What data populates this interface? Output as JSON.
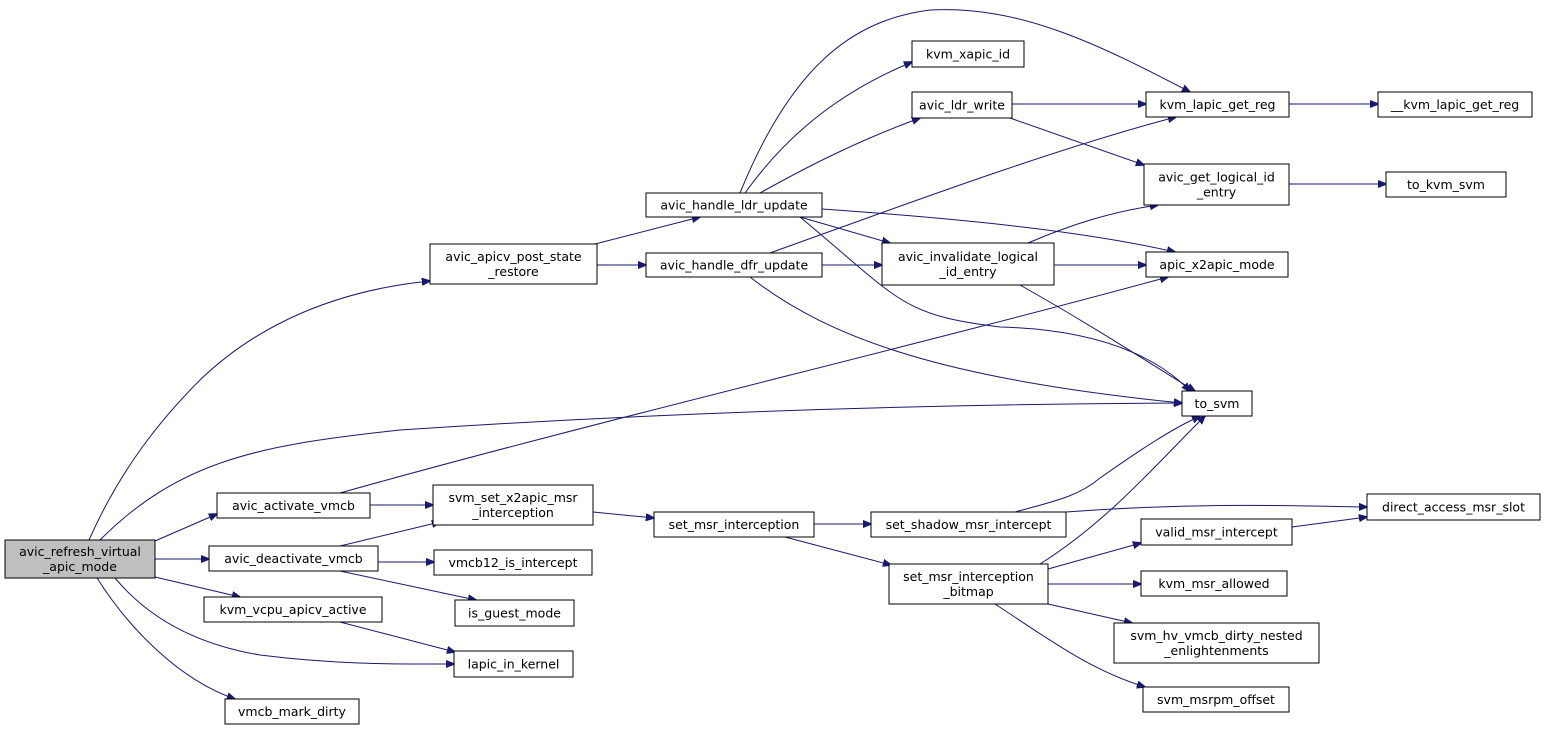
{
  "graph": {
    "title": "Call graph",
    "nodes": [
      {
        "id": "root",
        "lines": [
          "avic_refresh_virtual",
          "_apic_mode"
        ],
        "highlight": true
      },
      {
        "id": "post_restore",
        "lines": [
          "avic_apicv_post_state",
          "_restore"
        ]
      },
      {
        "id": "ldr_update",
        "lines": [
          "avic_handle_ldr_update"
        ]
      },
      {
        "id": "dfr_update",
        "lines": [
          "avic_handle_dfr_update"
        ]
      },
      {
        "id": "xapic_id",
        "lines": [
          "kvm_xapic_id"
        ]
      },
      {
        "id": "ldr_write",
        "lines": [
          "avic_ldr_write"
        ]
      },
      {
        "id": "invalidate",
        "lines": [
          "avic_invalidate_logical",
          "_id_entry"
        ]
      },
      {
        "id": "get_reg",
        "lines": [
          "kvm_lapic_get_reg"
        ]
      },
      {
        "id": "get_reg2",
        "lines": [
          "__kvm_lapic_get_reg"
        ]
      },
      {
        "id": "logical_id",
        "lines": [
          "avic_get_logical_id",
          "_entry"
        ]
      },
      {
        "id": "kvm_svm",
        "lines": [
          "to_kvm_svm"
        ]
      },
      {
        "id": "x2apic_mode",
        "lines": [
          "apic_x2apic_mode"
        ]
      },
      {
        "id": "to_svm",
        "lines": [
          "to_svm"
        ]
      },
      {
        "id": "activate",
        "lines": [
          "avic_activate_vmcb"
        ]
      },
      {
        "id": "deactivate",
        "lines": [
          "avic_deactivate_vmcb"
        ]
      },
      {
        "id": "apicv_active",
        "lines": [
          "kvm_vcpu_apicv_active"
        ]
      },
      {
        "id": "mark_dirty",
        "lines": [
          "vmcb_mark_dirty"
        ]
      },
      {
        "id": "x2apic_msr",
        "lines": [
          "svm_set_x2apic_msr",
          "_interception"
        ]
      },
      {
        "id": "vmcb12",
        "lines": [
          "vmcb12_is_intercept"
        ]
      },
      {
        "id": "guest_mode",
        "lines": [
          "is_guest_mode"
        ]
      },
      {
        "id": "lapic_in_kernel",
        "lines": [
          "lapic_in_kernel"
        ]
      },
      {
        "id": "set_msr",
        "lines": [
          "set_msr_interception"
        ]
      },
      {
        "id": "shadow",
        "lines": [
          "set_shadow_msr_intercept"
        ]
      },
      {
        "id": "bitmap",
        "lines": [
          "set_msr_interception",
          "_bitmap"
        ]
      },
      {
        "id": "direct_slot",
        "lines": [
          "direct_access_msr_slot"
        ]
      },
      {
        "id": "valid_msr",
        "lines": [
          "valid_msr_intercept"
        ]
      },
      {
        "id": "msr_allowed",
        "lines": [
          "kvm_msr_allowed"
        ]
      },
      {
        "id": "hv_dirty",
        "lines": [
          "svm_hv_vmcb_dirty_nested",
          "_enlightenments"
        ]
      },
      {
        "id": "msrpm",
        "lines": [
          "svm_msrpm_offset"
        ]
      }
    ],
    "edges": [
      {
        "from": "root",
        "to": "post_restore"
      },
      {
        "from": "root",
        "to": "to_svm"
      },
      {
        "from": "root",
        "to": "activate"
      },
      {
        "from": "root",
        "to": "deactivate"
      },
      {
        "from": "root",
        "to": "apicv_active"
      },
      {
        "from": "root",
        "to": "lapic_in_kernel"
      },
      {
        "from": "root",
        "to": "mark_dirty"
      },
      {
        "from": "post_restore",
        "to": "ldr_update"
      },
      {
        "from": "post_restore",
        "to": "dfr_update"
      },
      {
        "from": "ldr_update",
        "to": "get_reg"
      },
      {
        "from": "ldr_update",
        "to": "xapic_id"
      },
      {
        "from": "ldr_update",
        "to": "ldr_write"
      },
      {
        "from": "ldr_update",
        "to": "invalidate"
      },
      {
        "from": "ldr_update",
        "to": "x2apic_mode"
      },
      {
        "from": "ldr_update",
        "to": "to_svm"
      },
      {
        "from": "dfr_update",
        "to": "get_reg"
      },
      {
        "from": "dfr_update",
        "to": "invalidate"
      },
      {
        "from": "dfr_update",
        "to": "to_svm"
      },
      {
        "from": "ldr_write",
        "to": "get_reg"
      },
      {
        "from": "ldr_write",
        "to": "logical_id"
      },
      {
        "from": "get_reg",
        "to": "get_reg2"
      },
      {
        "from": "logical_id",
        "to": "kvm_svm"
      },
      {
        "from": "invalidate",
        "to": "logical_id"
      },
      {
        "from": "invalidate",
        "to": "x2apic_mode"
      },
      {
        "from": "invalidate",
        "to": "to_svm"
      },
      {
        "from": "activate",
        "to": "x2apic_mode"
      },
      {
        "from": "activate",
        "to": "x2apic_msr"
      },
      {
        "from": "deactivate",
        "to": "x2apic_msr"
      },
      {
        "from": "deactivate",
        "to": "vmcb12"
      },
      {
        "from": "deactivate",
        "to": "guest_mode"
      },
      {
        "from": "apicv_active",
        "to": "lapic_in_kernel"
      },
      {
        "from": "x2apic_msr",
        "to": "set_msr"
      },
      {
        "from": "set_msr",
        "to": "shadow"
      },
      {
        "from": "set_msr",
        "to": "bitmap"
      },
      {
        "from": "shadow",
        "to": "direct_slot"
      },
      {
        "from": "shadow",
        "to": "to_svm"
      },
      {
        "from": "bitmap",
        "to": "to_svm"
      },
      {
        "from": "bitmap",
        "to": "valid_msr"
      },
      {
        "from": "bitmap",
        "to": "msr_allowed"
      },
      {
        "from": "bitmap",
        "to": "hv_dirty"
      },
      {
        "from": "bitmap",
        "to": "msrpm"
      },
      {
        "from": "valid_msr",
        "to": "direct_slot"
      }
    ]
  }
}
